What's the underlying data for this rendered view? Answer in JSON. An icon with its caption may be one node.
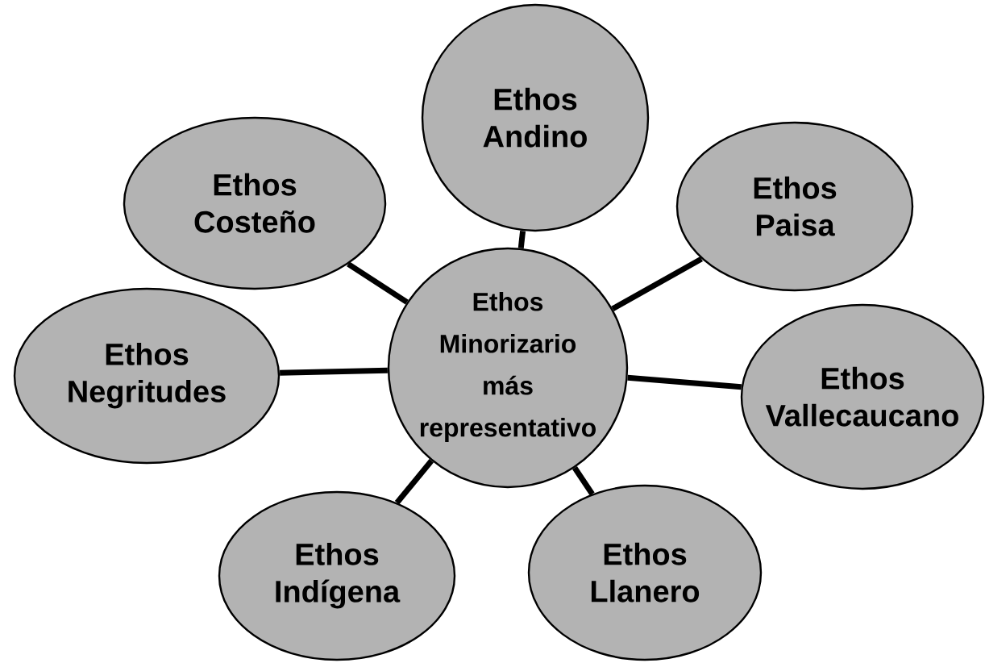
{
  "diagram": {
    "nodes": [
      {
        "text": [
          "Ethos Minorizario más representativo"
        ]
      },
      {
        "text": [
          "Ethos Andino"
        ]
      },
      {
        "text": [
          "Ethos Costeño"
        ]
      },
      {
        "text": [
          "Ethos Paisa"
        ]
      },
      {
        "text": [
          "Ethos Negritudes"
        ]
      },
      {
        "text": [
          "Ethos Vallecaucano"
        ]
      },
      {
        "text": [
          "Ethos Indígena"
        ]
      },
      {
        "text": [
          "Ethos Llanero"
        ]
      }
    ],
    "edges": [
      {
        "from": 0,
        "to": 1,
        "arrow": "none"
      },
      {
        "from": 0,
        "to": 2,
        "arrow": "none"
      },
      {
        "from": 0,
        "to": 3,
        "arrow": "none"
      },
      {
        "from": 0,
        "to": 4,
        "arrow": "none"
      },
      {
        "from": 0,
        "to": 5,
        "arrow": "none"
      },
      {
        "from": 0,
        "to": 6,
        "arrow": "none"
      },
      {
        "from": 0,
        "to": 7,
        "arrow": "none"
      }
    ]
  }
}
